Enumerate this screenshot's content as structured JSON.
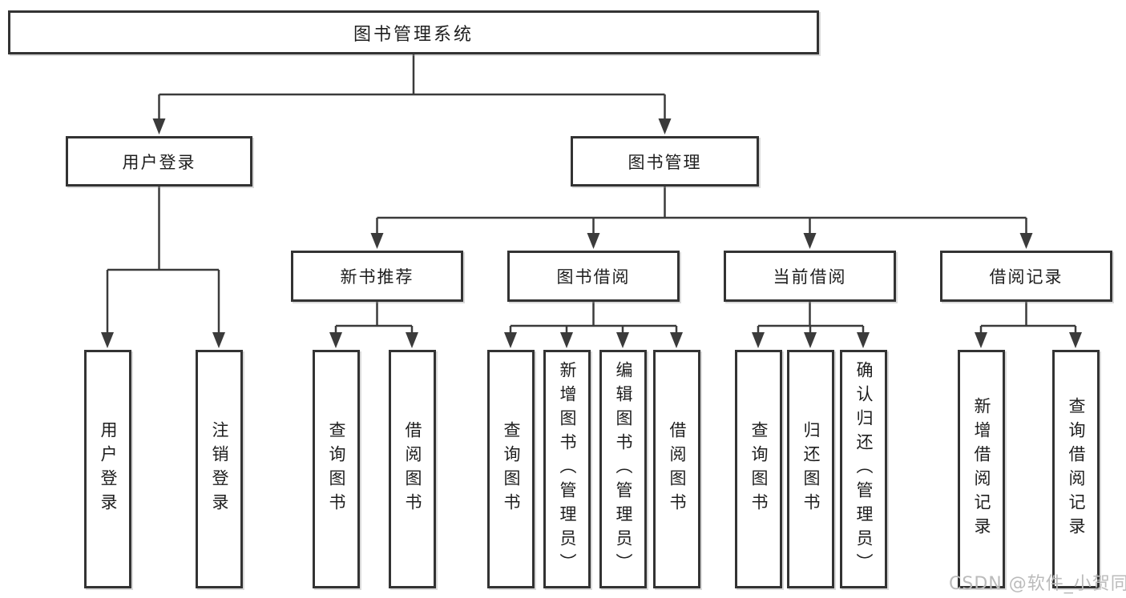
{
  "diagram": {
    "root": {
      "label": "图书管理系统"
    },
    "level1": [
      {
        "label": "用户登录",
        "children": [
          {
            "label": "用户登录"
          },
          {
            "label": "注销登录"
          }
        ]
      },
      {
        "label": "图书管理",
        "children": [
          {
            "label": "新书推荐",
            "children": [
              {
                "label": "查询图书"
              },
              {
                "label": "借阅图书"
              }
            ]
          },
          {
            "label": "图书借阅",
            "children": [
              {
                "label": "查询图书"
              },
              {
                "label": "新增图书（管理员）"
              },
              {
                "label": "编辑图书（管理员）"
              },
              {
                "label": "借阅图书"
              }
            ]
          },
          {
            "label": "当前借阅",
            "children": [
              {
                "label": "查询图书"
              },
              {
                "label": "归还图书"
              },
              {
                "label": "确认归还（管理员）"
              }
            ]
          },
          {
            "label": "借阅记录",
            "children": [
              {
                "label": "新增借阅记录"
              },
              {
                "label": "查询借阅记录"
              }
            ]
          }
        ]
      }
    ]
  },
  "watermark": {
    "text": "CSDN @软件_小贺同学"
  },
  "colors": {
    "line": "#3b3b3b",
    "box_border": "#333333",
    "box_background": "#ffffff",
    "text": "#1e1e1e",
    "watermark": "#bbbbbb"
  }
}
